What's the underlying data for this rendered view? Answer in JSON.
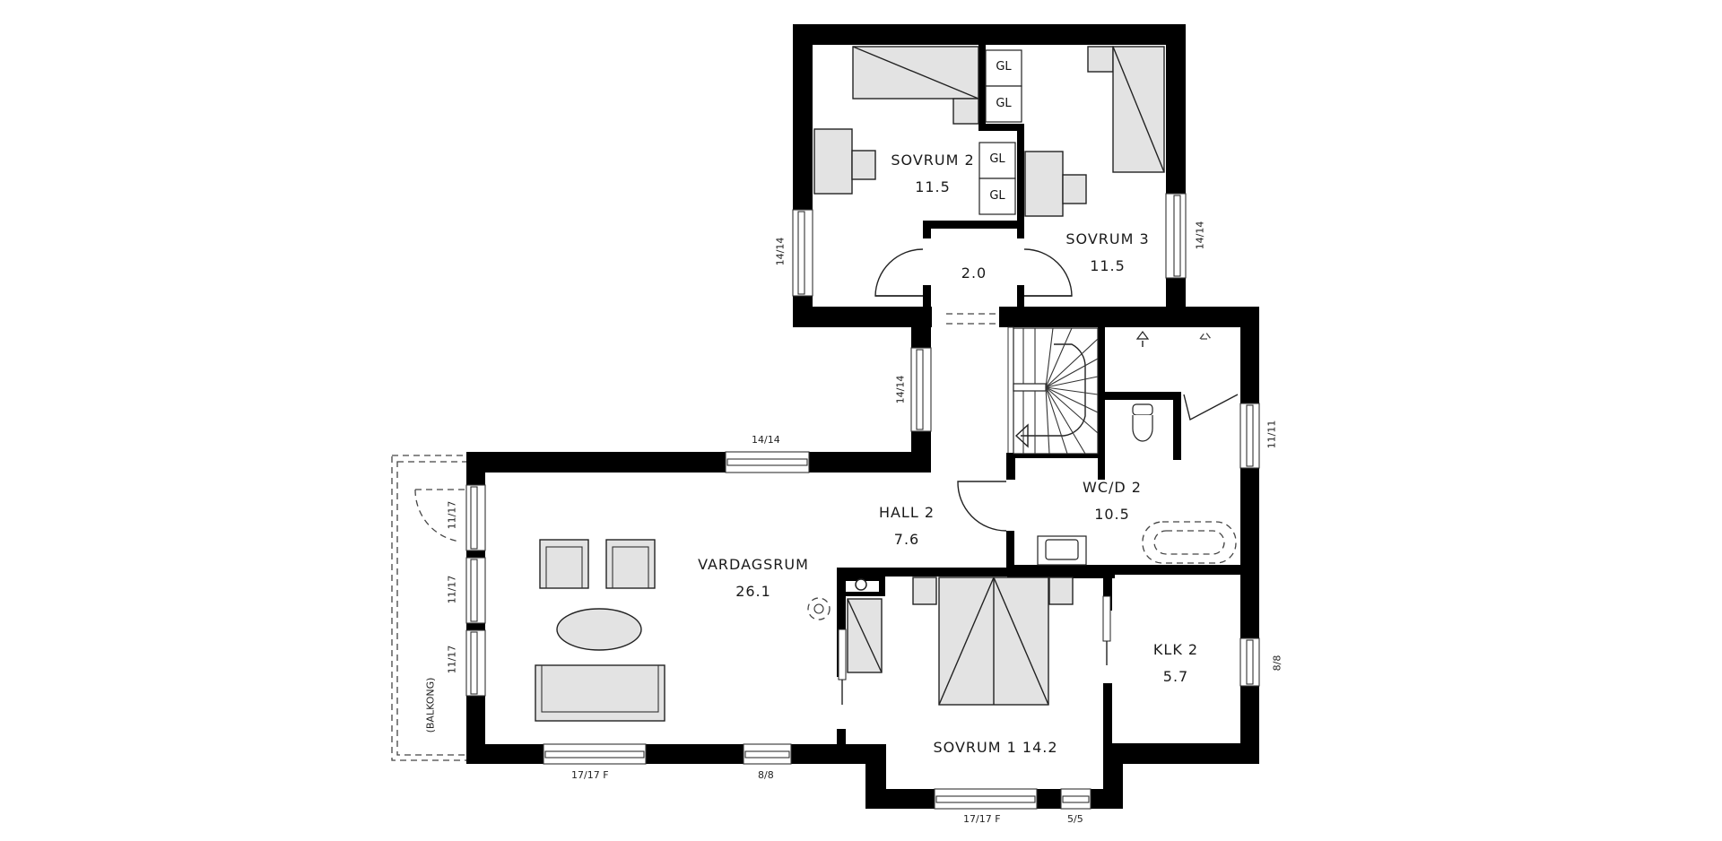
{
  "plan": {
    "type": "floor-plan",
    "background": "#ffffff",
    "wall_color": "#000000",
    "furniture_fill": "#e3e3e3"
  },
  "rooms": {
    "sovrum2": {
      "name": "SOVRUM 2",
      "area": "11.5"
    },
    "sovrum3": {
      "name": "SOVRUM 3",
      "area": "11.5"
    },
    "passage": {
      "area": "2.0"
    },
    "hall2": {
      "name": "HALL 2",
      "area": "7.6"
    },
    "wcd2": {
      "name": "WC/D 2",
      "area": "10.5"
    },
    "vardagsrum": {
      "name": "VARDAGSRUM",
      "area": "26.1"
    },
    "sovrum1": {
      "name": "SOVRUM 1 14.2"
    },
    "klk2": {
      "name": "KLK 2",
      "area": "5.7"
    },
    "balkong": {
      "name": "(BALKONG)"
    }
  },
  "closets": [
    "GL",
    "GL",
    "GL",
    "GL"
  ],
  "windows": {
    "sovrum2_left": "14/14",
    "sovrum3_right": "14/14",
    "hall_left": "14/14",
    "vardagsrum_top": "14/14",
    "wc_right": "11/11",
    "balcony_1": "11/17",
    "balcony_2": "11/17",
    "balcony_3": "11/17",
    "vardagsrum_bottom_large": "17/17 F",
    "vardagsrum_bottom_small": "8/8",
    "sovrum1_bottom_large": "17/17 F",
    "sovrum1_bottom_small": "5/5",
    "klk_right": "8/8"
  }
}
